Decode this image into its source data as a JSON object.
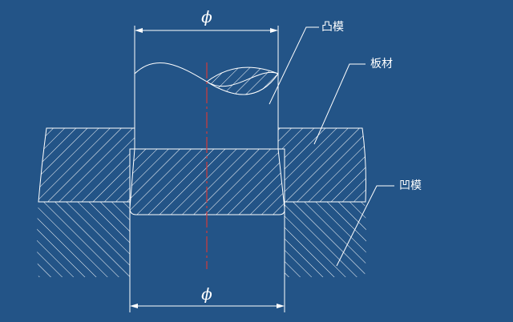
{
  "diagram": {
    "labels": {
      "punch": "凸模",
      "sheet": "板材",
      "die": "凹模"
    },
    "dimension_top": "ϕ",
    "dimension_bottom": "ϕ"
  },
  "colors": {
    "background": "#235487",
    "lines": "#ffffff",
    "centerline": "#d23a3a"
  }
}
